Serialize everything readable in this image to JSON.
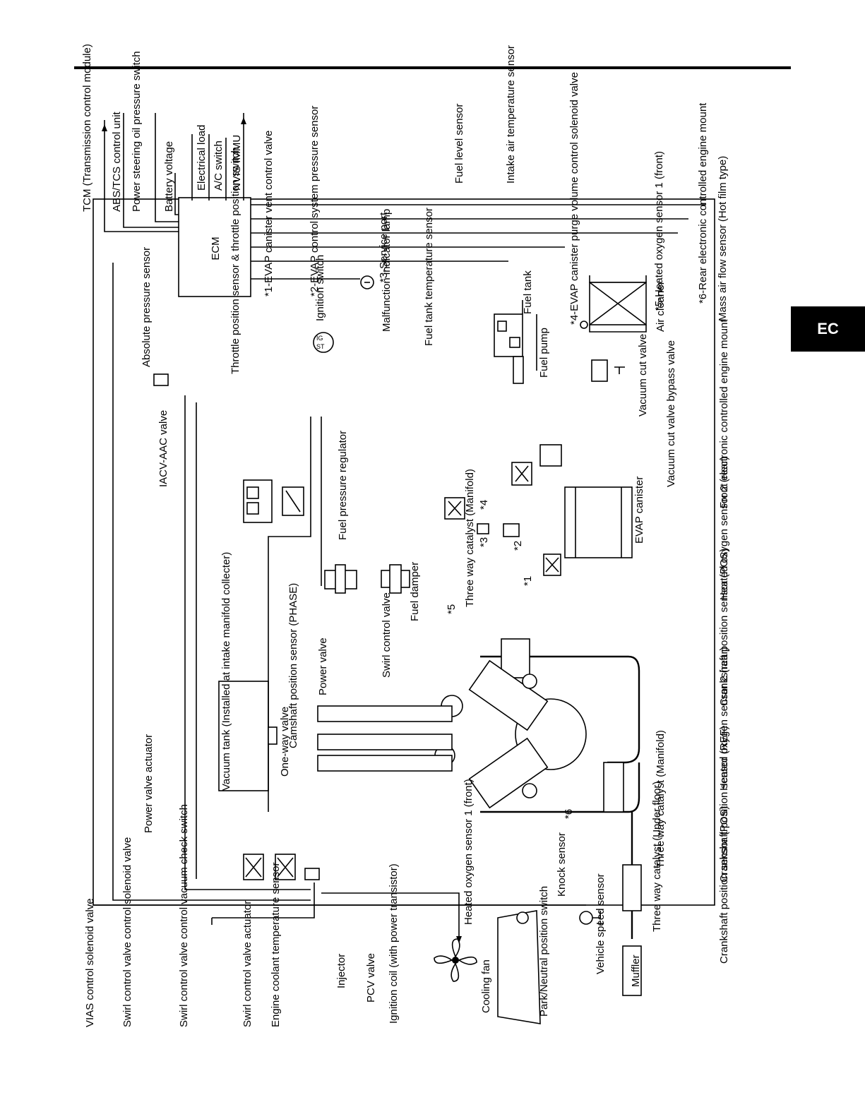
{
  "section_tab": "EC",
  "ecm": {
    "label": "ECM",
    "inputs": [
      "TCM (Transmission control module)",
      "ABS/TCS control unit",
      "Power steering oil pressure switch",
      "Battery voltage",
      "Electrical load",
      "A/C switch",
      "NVIS IMMU"
    ]
  },
  "legend": [
    "*1-EVAP canister vent control valve",
    "*2-EVAP control system pressure sensor",
    "*3-Service port",
    "*4-EVAP canister purge volume control solenoid valve",
    "*5-Heated oxygen sensor 1 (front)",
    "*6-Rear electronic controlled engine mount"
  ],
  "components": {
    "fuel_level_sensor": "Fuel level sensor",
    "intake_air_temp": "Intake air temperature sensor",
    "mil": "Malfunction indicator lamp",
    "fuel_tank": "Fuel tank",
    "fuel_tank_temp": "Fuel tank temperature sensor",
    "fuel_pump": "Fuel pump",
    "air_cleaner": "Air cleaner",
    "maf": "Mass air flow sensor (Hot film type)",
    "ignition_switch": "Ignition switch",
    "throttle_position": "Throttle position sensor & throttle position switch",
    "absolute_pressure": "Absolute pressure sensor",
    "iacv": "IACV-AAC valve",
    "fuel_pressure_regulator": "Fuel pressure regulator",
    "vacuum_cut_valve": "Vacuum cut valve",
    "vacuum_cut_bypass": "Vacuum cut valve bypass valve",
    "front_mount": "Front electronic controlled engine mount",
    "evap_canister": "EVAP canister",
    "ho2s2_rear_top": "Heated oxygen sensor 2 (rear)",
    "fuel_damper": "Fuel damper",
    "three_way_manifold_top": "Three way catalyst (Manifold)",
    "ckp_pos": "Crankshaft position sensor (POS)",
    "camshaft": "Camshaft position sensor (PHASE)",
    "power_valve": "Power valve",
    "swirl_control_valve": "Swirl control valve",
    "vacuum_tank": "Vacuum tank (Installed at intake manifold collecter)",
    "one_way_valve": "One-way valve",
    "power_valve_actuator": "Power valve actuator",
    "ho2s2_rear_bottom": "Heated oxygen sensor 2 (rear)",
    "ckp_ref": "Crankshaft position sensor (REF)",
    "three_way_manifold_bottom": "Three way catalyst (Manifold)",
    "three_way_under_floor": "Three way catalyst (Under floor)",
    "ho2s1_front": "Heated oxygen sensor 1 (front)",
    "knock_sensor": "Knock sensor",
    "vehicle_speed": "Vehicle speed sensor",
    "muffler": "Muffler",
    "ckp_bottom": "Crankshaft position sensor (POS)",
    "vias": "VIAS control solenoid valve",
    "swirl_solenoid": "Swirl control valve control solenoid valve",
    "swirl_vacuum_switch": "Swirl control valve control vacuum check switch",
    "swirl_actuator": "Swirl control valve actuator",
    "ect": "Engine coolant temperature sensor",
    "injector": "Injector",
    "pcv": "PCV valve",
    "ignition_coil": "Ignition coil (with power transistor)",
    "cooling_fan": "Cooling fan",
    "park_neutral": "Park/Neutral position switch"
  },
  "markers": {
    "m1": "*1",
    "m2": "*2",
    "m3": "*3",
    "m4": "*4",
    "m5": "*5",
    "m6": "*6"
  }
}
